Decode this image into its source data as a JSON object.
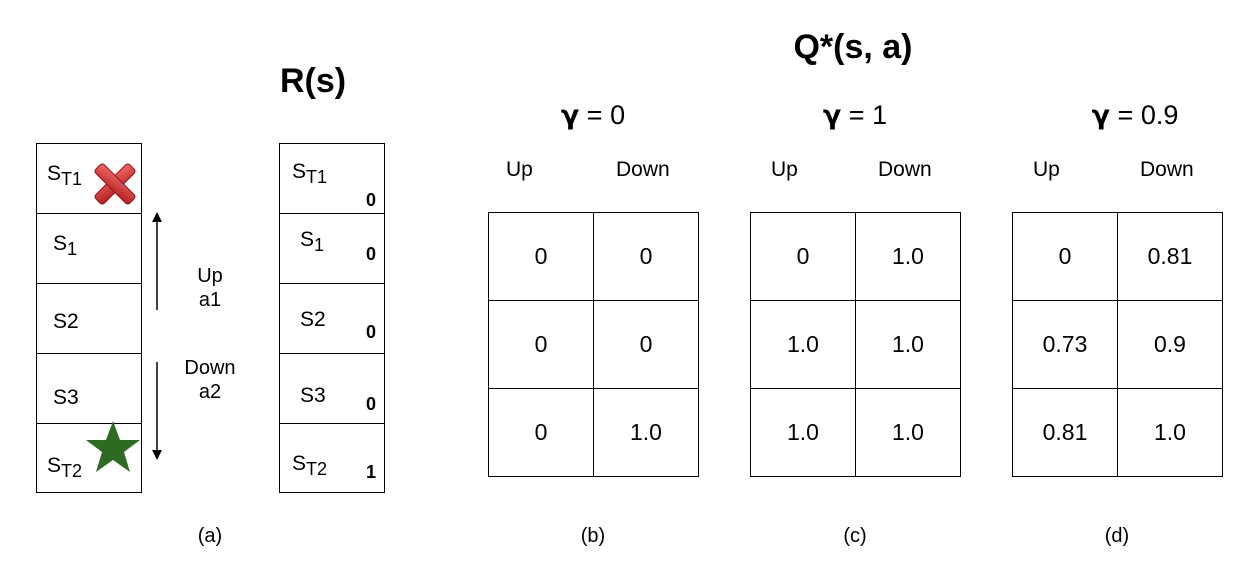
{
  "reward_title": "R(s)",
  "q_title": "Q*(s, a)",
  "states": [
    {
      "s": "S",
      "sub": "T1"
    },
    {
      "s": "S",
      "sub": "1"
    },
    {
      "s": "S2",
      "sub": ""
    },
    {
      "s": "S3",
      "sub": ""
    },
    {
      "s": "S",
      "sub": "T2"
    }
  ],
  "rewards": [
    "0",
    "0",
    "0",
    "0",
    "1"
  ],
  "actions": {
    "up": {
      "name": "Up",
      "code": "a1"
    },
    "down": {
      "name": "Down",
      "code": "a2"
    }
  },
  "column_headers": {
    "up": "Up",
    "down": "Down"
  },
  "tables": [
    {
      "gamma_symbol": "γ",
      "gamma_text": " = 0",
      "caption": "(b)",
      "rows": [
        [
          "0",
          "0"
        ],
        [
          "0",
          "0"
        ],
        [
          "0",
          "1.0"
        ]
      ]
    },
    {
      "gamma_symbol": "γ",
      "gamma_text": " = 1",
      "caption": "(c)",
      "rows": [
        [
          "0",
          "1.0"
        ],
        [
          "1.0",
          "1.0"
        ],
        [
          "1.0",
          "1.0"
        ]
      ]
    },
    {
      "gamma_symbol": "γ",
      "gamma_text": " = 0.9",
      "caption": "(d)",
      "rows": [
        [
          "0",
          "0.81"
        ],
        [
          "0.73",
          "0.9"
        ],
        [
          "0.81",
          "1.0"
        ]
      ]
    }
  ],
  "caption_a": "(a)",
  "colors": {
    "cross": "#d12b2b",
    "star": "#2f6a23",
    "line": "#000000"
  },
  "icons": {
    "terminal_bad": "red-cross-icon",
    "terminal_good": "green-star-icon"
  }
}
